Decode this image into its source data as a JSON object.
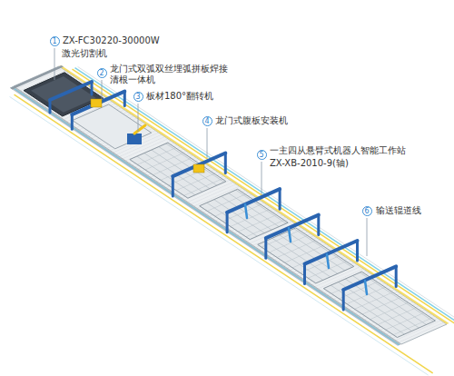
{
  "diagram": {
    "labels": [
      "1",
      "ZX-FC30220-30000W",
      "激光切割机",
      "2",
      "龙门式双弧双丝埋弧拼板焊接 清根一体机",
      "3",
      "板材180°翻转机",
      "4",
      "龙门式腹板安装机",
      "5",
      "一主四从悬臂式机器人智能工作站",
      "ZX-XB-2010-9(轴)",
      "6",
      "输送辊道线"
    ]
  }
}
